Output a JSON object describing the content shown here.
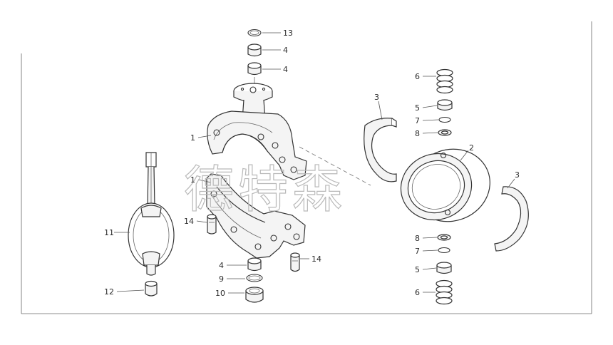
{
  "diagram": {
    "labels": {
      "l13": "13",
      "l4a": "4",
      "l4b": "4",
      "l1a": "1",
      "l1b": "1",
      "l14a": "14",
      "l11": "11",
      "l12": "12",
      "l4c": "4",
      "l9": "9",
      "l10": "10",
      "l14b": "14",
      "l3a": "3",
      "l3b": "3",
      "l2": "2",
      "l6a": "6",
      "l5a": "5",
      "l7a": "7",
      "l8a": "8",
      "l8b": "8",
      "l7b": "7",
      "l5b": "5",
      "l6b": "6"
    },
    "watermark": "德特森"
  }
}
